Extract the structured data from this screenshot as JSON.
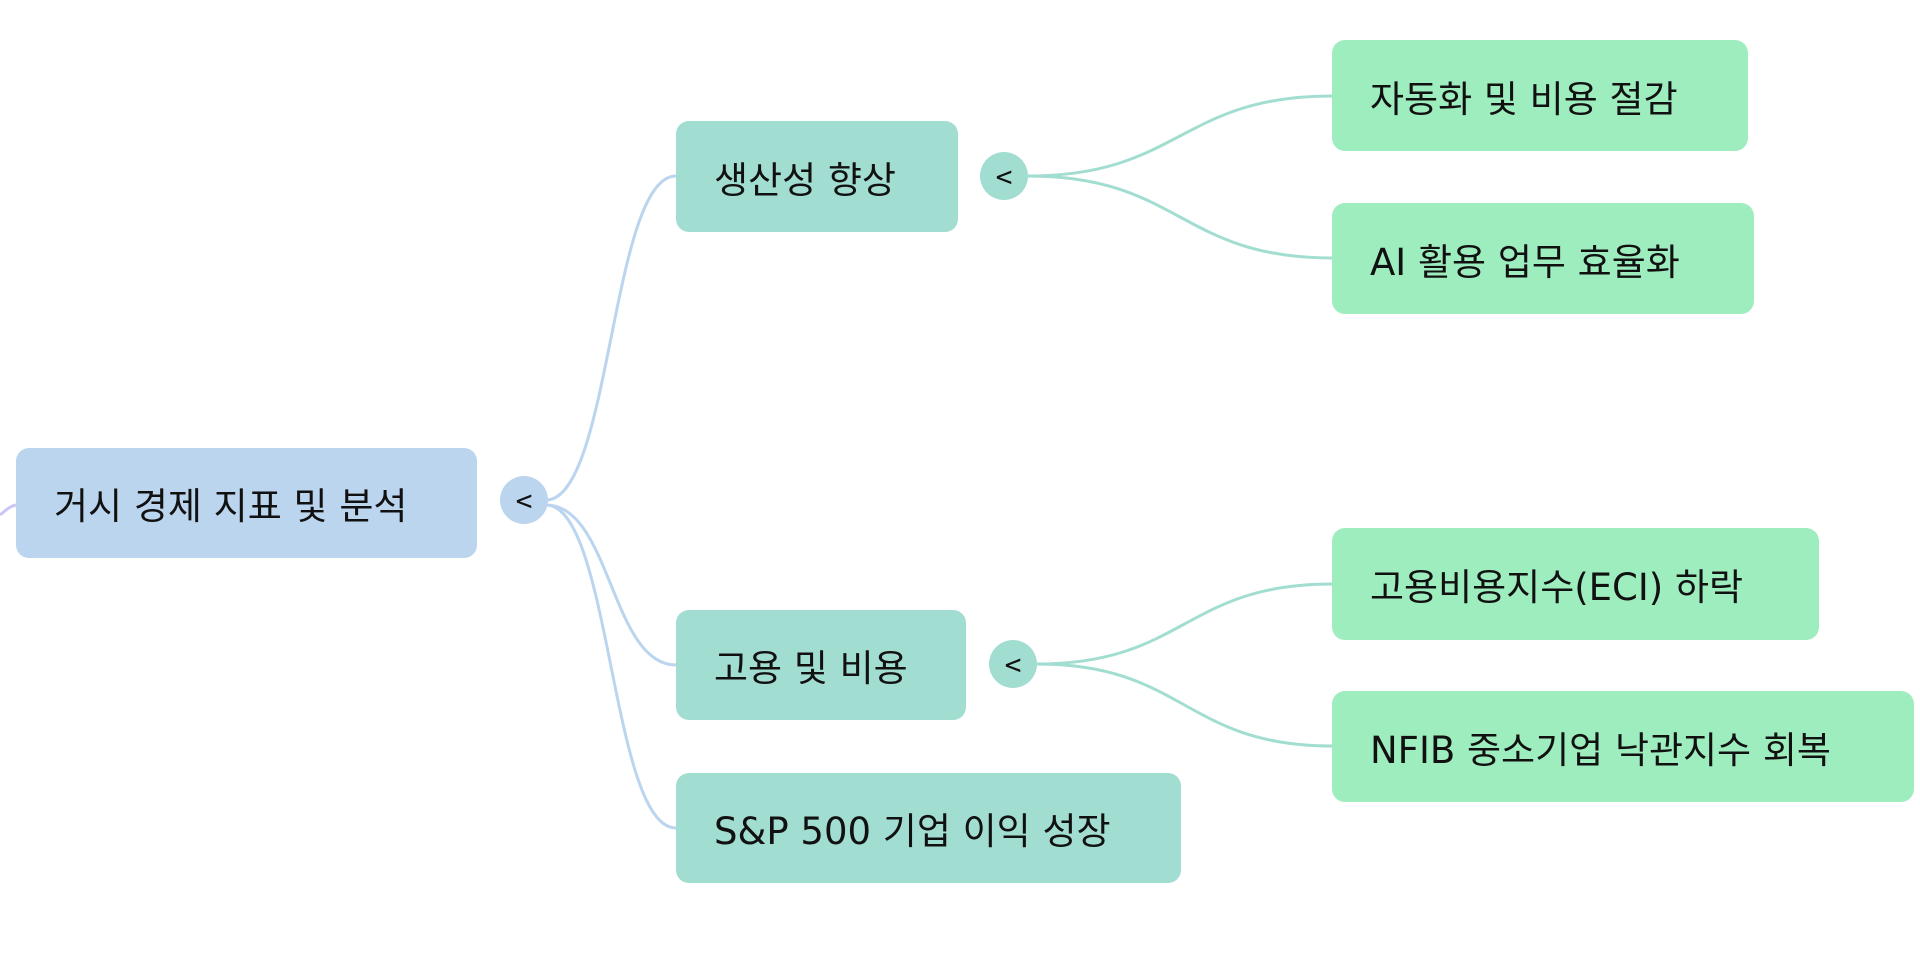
{
  "mindmap": {
    "colors": {
      "root_fill": "#bcd5ef",
      "branch_fill": "#a2ddd1",
      "leaf_fill": "#9eedbf",
      "root_link": "#bcd5ef",
      "branch_link": "#a2ddd1",
      "incoming_link": "#c9c6f5"
    },
    "collapse_glyph": "<",
    "root": {
      "label": "거시 경제 지표 및 분석",
      "children": [
        {
          "label": "생산성 향상",
          "children": [
            {
              "label": "자동화 및 비용 절감"
            },
            {
              "label": "AI 활용 업무 효율화"
            }
          ]
        },
        {
          "label": "고용 및 비용",
          "children": [
            {
              "label": "고용비용지수(ECI) 하락"
            },
            {
              "label": "NFIB 중소기업 낙관지수 회복"
            }
          ]
        },
        {
          "label": "S&P 500 기업 이익 성장",
          "children": []
        }
      ]
    }
  }
}
